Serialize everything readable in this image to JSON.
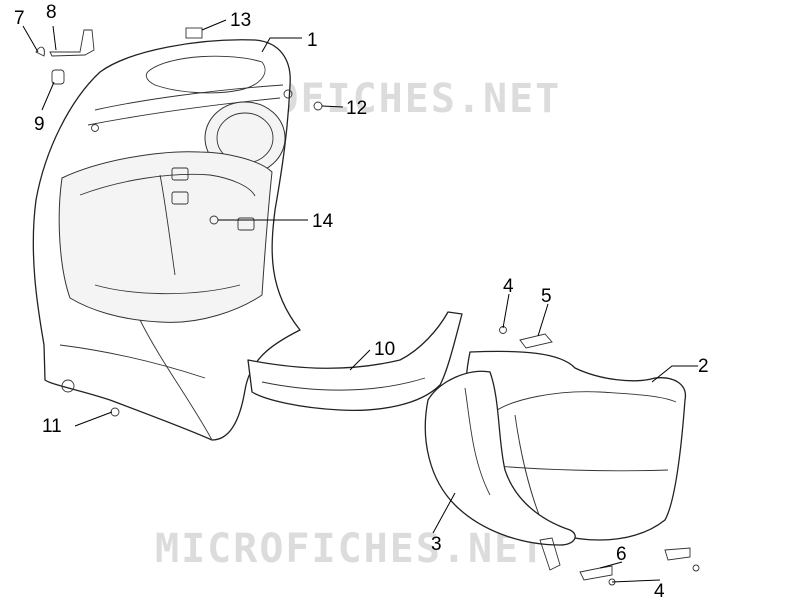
{
  "watermark": "MICROFICHES.NET",
  "callouts": [
    {
      "id": "callout-1",
      "label": "1"
    },
    {
      "id": "callout-2",
      "label": "2"
    },
    {
      "id": "callout-3",
      "label": "3"
    },
    {
      "id": "callout-4a",
      "label": "4"
    },
    {
      "id": "callout-4b",
      "label": "4"
    },
    {
      "id": "callout-5",
      "label": "5"
    },
    {
      "id": "callout-6",
      "label": "6"
    },
    {
      "id": "callout-7",
      "label": "7"
    },
    {
      "id": "callout-8",
      "label": "8"
    },
    {
      "id": "callout-9",
      "label": "9"
    },
    {
      "id": "callout-10",
      "label": "10"
    },
    {
      "id": "callout-11",
      "label": "11"
    },
    {
      "id": "callout-12",
      "label": "12"
    },
    {
      "id": "callout-13",
      "label": "13"
    },
    {
      "id": "callout-14",
      "label": "14"
    }
  ]
}
